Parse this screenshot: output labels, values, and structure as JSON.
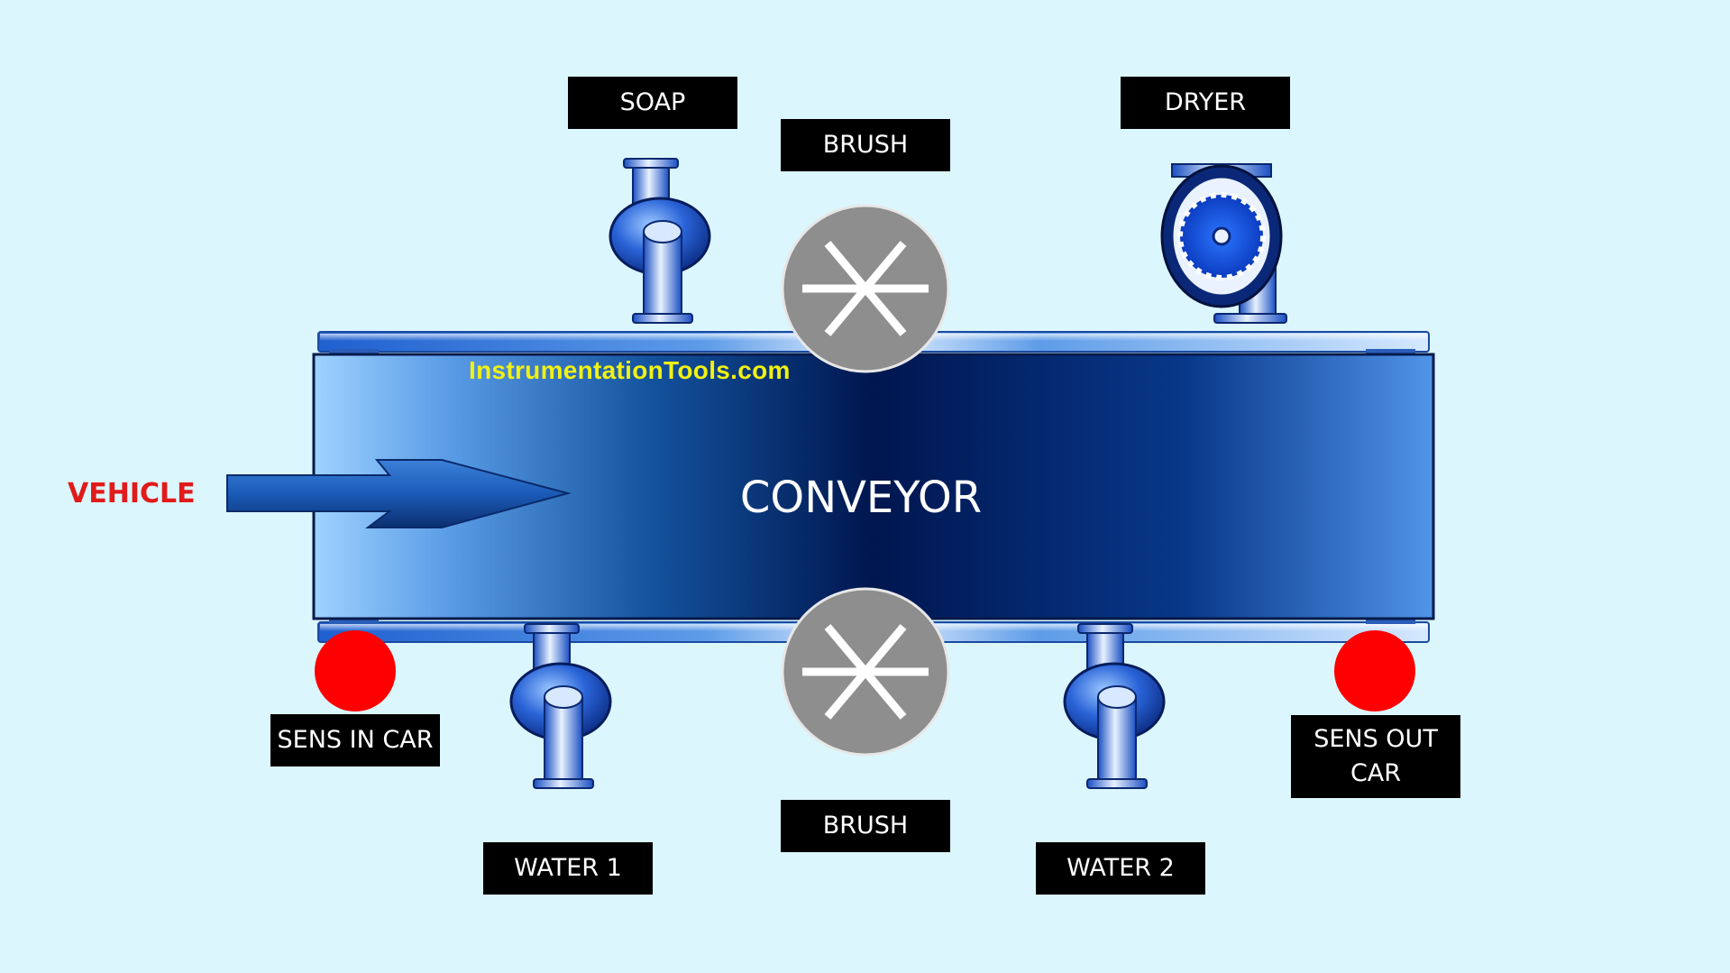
{
  "labels": {
    "soap": "SOAP",
    "brush_top": "BRUSH",
    "dryer": "DRYER",
    "brush_bottom": "BRUSH",
    "water1": "WATER 1",
    "water2": "WATER 2",
    "sens_in": "SENS IN CAR",
    "sens_out": "SENS OUT\nCAR",
    "conveyor": "CONVEYOR",
    "vehicle": "VEHICLE",
    "watermark": "InstrumentationTools.com"
  },
  "icons": {
    "pump": "pump-icon",
    "brush": "brush-icon",
    "dryer": "dryer-fan-icon",
    "sensor": "sensor-indicator-icon",
    "arrow": "vehicle-arrow-icon"
  },
  "colors": {
    "background": "#dcf6fd",
    "conveyor_dark": "#001a5c",
    "conveyor_light": "#8fc8ff",
    "sensor": "#ff0000",
    "brush": "#8f8f8f",
    "label_bg": "#000000",
    "label_text": "#ffffff",
    "watermark": "#f1f114",
    "vehicle": "#e11a1a"
  }
}
